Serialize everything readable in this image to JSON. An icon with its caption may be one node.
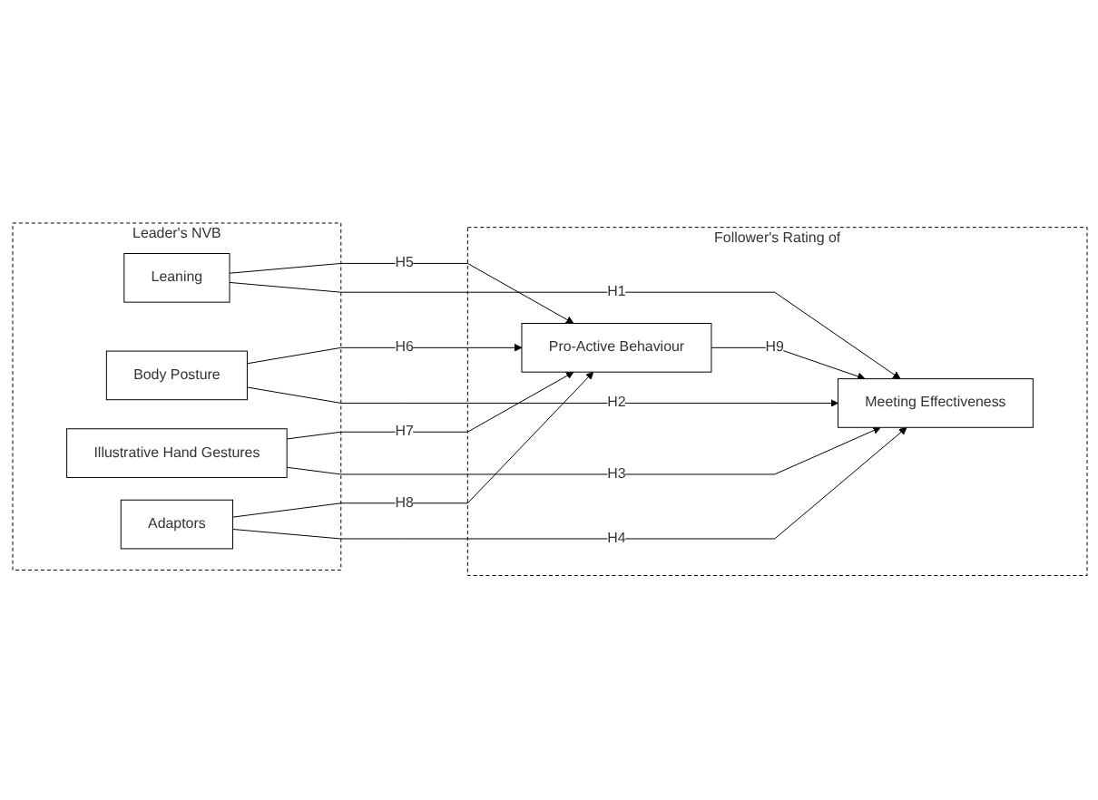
{
  "diagram": {
    "nodes": [
      {
        "text": [
          "Leader's NVB"
        ]
      },
      {
        "text": [
          "Leaning"
        ],
        "in": 0
      },
      {
        "text": [
          "Body Posture"
        ],
        "in": 0
      },
      {
        "text": [
          "Illustrative Hand Gestures"
        ],
        "in": 0
      },
      {
        "text": [
          "Adaptors"
        ],
        "in": 0
      },
      {
        "text": [
          "Follower's Rating of"
        ]
      },
      {
        "text": [
          "Pro-Active Behaviour"
        ],
        "in": 5
      },
      {
        "text": [
          "Meeting Effectiveness"
        ],
        "in": 5
      }
    ],
    "edges": [
      {
        "from": 1,
        "to": 6,
        "arrow": "to",
        "label": "H5"
      },
      {
        "from": 1,
        "to": 7,
        "arrow": "to",
        "label": "H1"
      },
      {
        "from": 2,
        "to": 6,
        "arrow": "to",
        "label": "H6"
      },
      {
        "from": 2,
        "to": 7,
        "arrow": "to",
        "label": "H2"
      },
      {
        "from": 3,
        "to": 6,
        "arrow": "to",
        "label": "H7"
      },
      {
        "from": 3,
        "to": 7,
        "arrow": "to",
        "label": "H3"
      },
      {
        "from": 4,
        "to": 6,
        "arrow": "to",
        "label": "H8"
      },
      {
        "from": 4,
        "to": 7,
        "arrow": "to",
        "label": "H4"
      },
      {
        "from": 6,
        "to": 7,
        "arrow": "to",
        "label": "H9"
      }
    ]
  }
}
